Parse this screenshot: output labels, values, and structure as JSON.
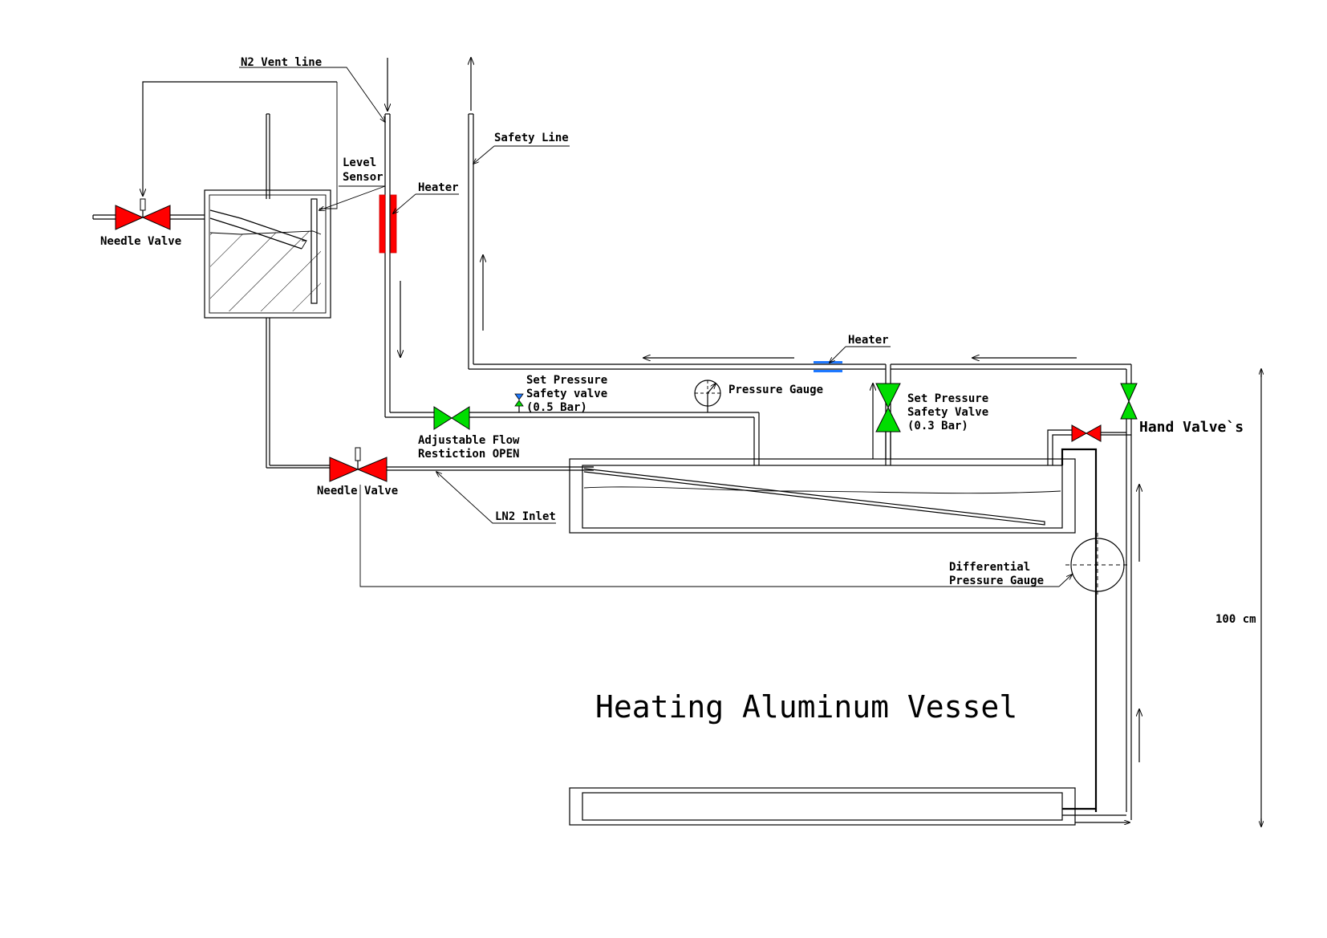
{
  "diagram": {
    "title": "Heating Aluminum Vessel",
    "labels": {
      "n2_vent_line": "N2 Vent line",
      "safety_line": "Safety Line",
      "level_sensor_1": "Level",
      "level_sensor_2": "Sensor",
      "heater_top": "Heater",
      "heater_right": "Heater",
      "needle_valve_left": "Needle Valve",
      "needle_valve_bottom": "Needle Valve",
      "safety_valve_05_1": "Set Pressure",
      "safety_valve_05_2": "Safety valve",
      "safety_valve_05_3": "(0.5 Bar)",
      "pressure_gauge": "Pressure Gauge",
      "safety_valve_03_1": "Set Pressure",
      "safety_valve_03_2": "Safety Valve",
      "safety_valve_03_3": "(0.3 Bar)",
      "hand_valves": "Hand Valve`s",
      "adjustable_flow_1": "Adjustable Flow",
      "adjustable_flow_2": "Restiction OPEN",
      "ln2_inlet": "LN2 Inlet",
      "diff_gauge_1": "Differential",
      "diff_gauge_2": "Pressure Gauge",
      "height_dimension": "100 cm"
    },
    "colors": {
      "needle_valve": "#ff0000",
      "flow_valve": "#00dd00",
      "heater_top": "#ff0000",
      "heater_right": "#1e78ff",
      "line": "#000000"
    }
  }
}
